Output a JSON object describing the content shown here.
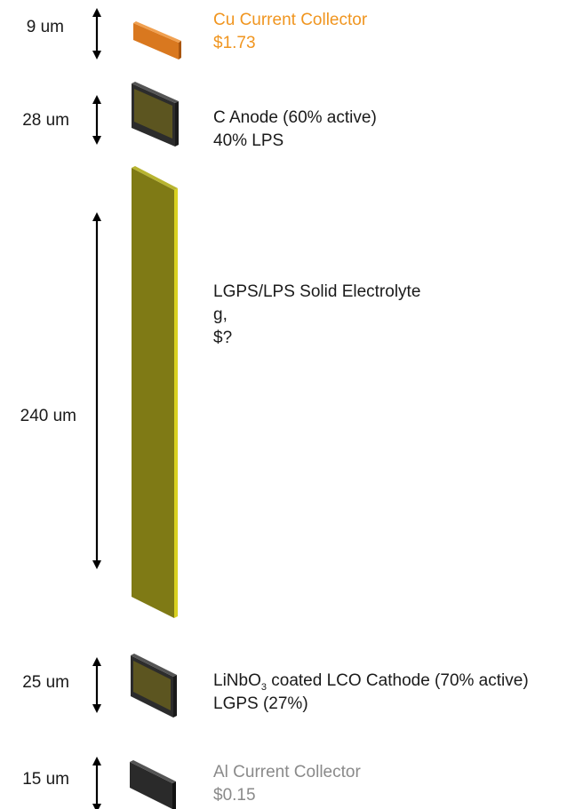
{
  "layers": [
    {
      "thickness": "9 um",
      "line1": "Cu Current Collector",
      "line2": "$1.73",
      "text_color": "#f0951f",
      "fill": "#d9781f"
    },
    {
      "thickness": "28 um",
      "line1": "C Anode (60% active)",
      "line2": "40% LPS",
      "text_color": "#1a1a1a",
      "fill": "#5c5520"
    },
    {
      "thickness": "240 um",
      "line1": "LGPS/LPS Solid Electrolyte",
      "line2": "g,",
      "line3": "$?",
      "text_color": "#1a1a1a",
      "fill": "#7f7a15"
    },
    {
      "thickness": "25 um",
      "line1_a": "LiNbO",
      "line1_sub": "3",
      "line1_b": " coated LCO Cathode (70% active)",
      "line2": "LGPS (27%)",
      "text_color": "#1a1a1a",
      "fill": "#5c5520"
    },
    {
      "thickness": "15 um",
      "line1": "Al Current Collector",
      "line2": "$0.15",
      "text_color": "#8a8a8a",
      "fill": "#2a2a2a"
    }
  ]
}
